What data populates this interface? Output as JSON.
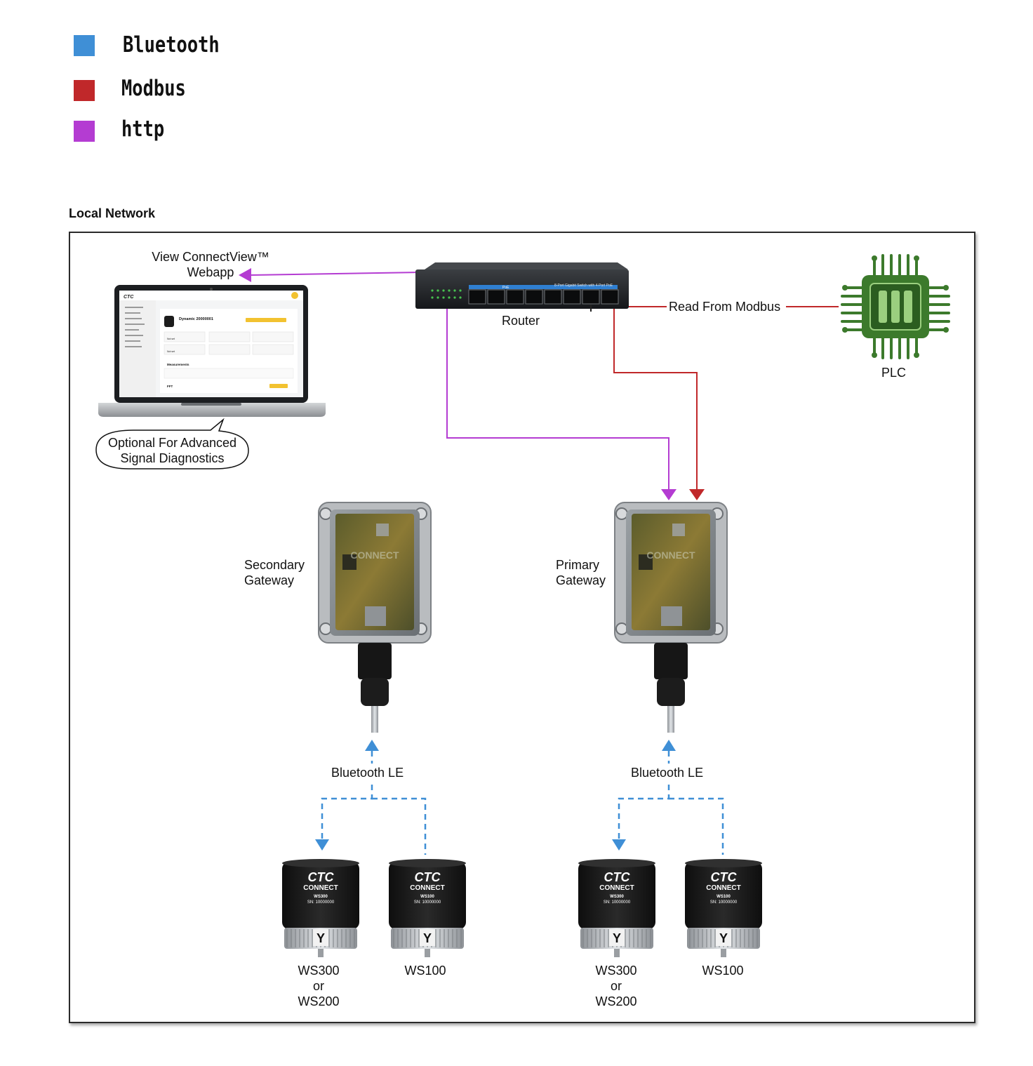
{
  "legend": [
    {
      "label": "Bluetooth",
      "color": "#3f8fd6"
    },
    {
      "label": "Modbus",
      "color": "#c0282a"
    },
    {
      "label": "http",
      "color": "#b43cd2"
    }
  ],
  "section_title": "Local Network",
  "webapp": {
    "line1": "View ConnectView™",
    "line2": "Webapp"
  },
  "router": {
    "label": "Router",
    "switch_text": "8-Port Gigabit Switch with 4-Port PoE",
    "poe_label": "PoE"
  },
  "plc": {
    "label": "PLC",
    "link_label": "Read From Modbus"
  },
  "callout": {
    "line1": "Optional For Advanced",
    "line2": "Signal Diagnostics"
  },
  "laptop_screen": {
    "device_title": "Dynamic 20000001",
    "section": "Measurements",
    "fft": "FFT",
    "not_set": "Not set"
  },
  "gateways": [
    {
      "line1": "Secondary",
      "line2": "Gateway",
      "ble_label": "Bluetooth LE"
    },
    {
      "line1": "Primary",
      "line2": "Gateway",
      "ble_label": "Bluetooth LE"
    }
  ],
  "sensors": {
    "brand_top": "CTC",
    "brand_bottom": "CONNECT",
    "ws300": {
      "model": "WS300",
      "sn": "SN: 10000000",
      "caption": [
        "WS300",
        "or",
        "WS200"
      ]
    },
    "ws100": {
      "model": "WS100",
      "sn": "SN: 10000000",
      "caption": [
        "WS100"
      ]
    },
    "axis": "Y"
  }
}
